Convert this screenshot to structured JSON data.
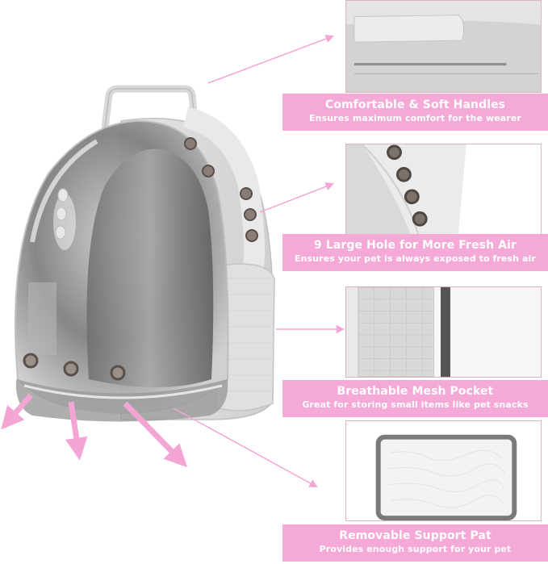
{
  "features": [
    {
      "title": "Comfortable & Soft Handles",
      "subtitle": "Ensures maximum comfort for the wearer"
    },
    {
      "title": "9 Large Hole for More Fresh Air",
      "subtitle": "Ensures your pet is always exposed to fresh air"
    },
    {
      "title": "Breathable Mesh Pocket",
      "subtitle": "Great for storing small items like pet snacks"
    },
    {
      "title": "Removable Support Pat",
      "subtitle": "Provides enough support for your pet"
    }
  ],
  "colors": {
    "label_background": "#f4a9d6",
    "label_text": "#ffffff",
    "arrow": "#f3a6d4",
    "panel_border": "#d8b2c8"
  },
  "icons": [
    "backpack-image",
    "handle-detail-image",
    "air-hole-detail-image",
    "mesh-pocket-detail-image",
    "support-pad-image"
  ]
}
